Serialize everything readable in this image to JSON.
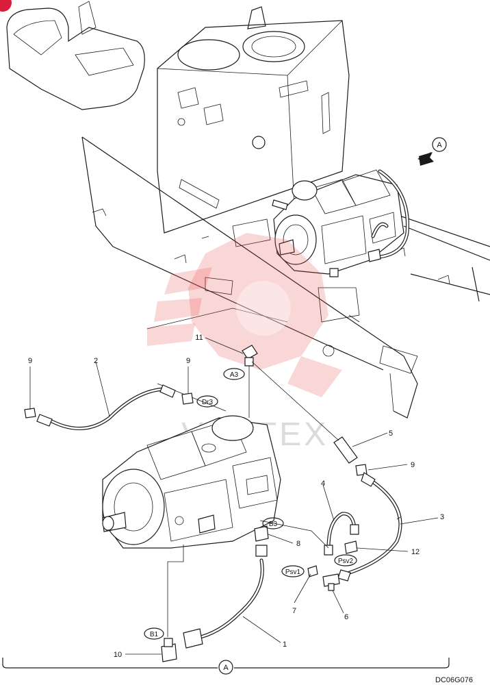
{
  "part_numbers": {
    "p1": "1",
    "p2": "2",
    "p3": "3",
    "p4": "4",
    "p5": "5",
    "p6": "6",
    "p7": "7",
    "p8": "8",
    "p9a": "9",
    "p9b": "9",
    "p9c": "9",
    "p10": "10",
    "p11": "11",
    "p12": "12"
  },
  "ports": {
    "a3": "A3",
    "dr3": "Dr3",
    "b3": "B3",
    "psv1": "Psv1",
    "psv2": "Psv2",
    "b1": "B1"
  },
  "view_markers": {
    "top": "A",
    "bottom": "A"
  },
  "diagram_code": "DC06G076",
  "watermark": "VERTEX",
  "colors": {
    "watermark": "#e84a4a",
    "ink": "#1a1a1a",
    "corner_badge": "#d81e3a"
  }
}
